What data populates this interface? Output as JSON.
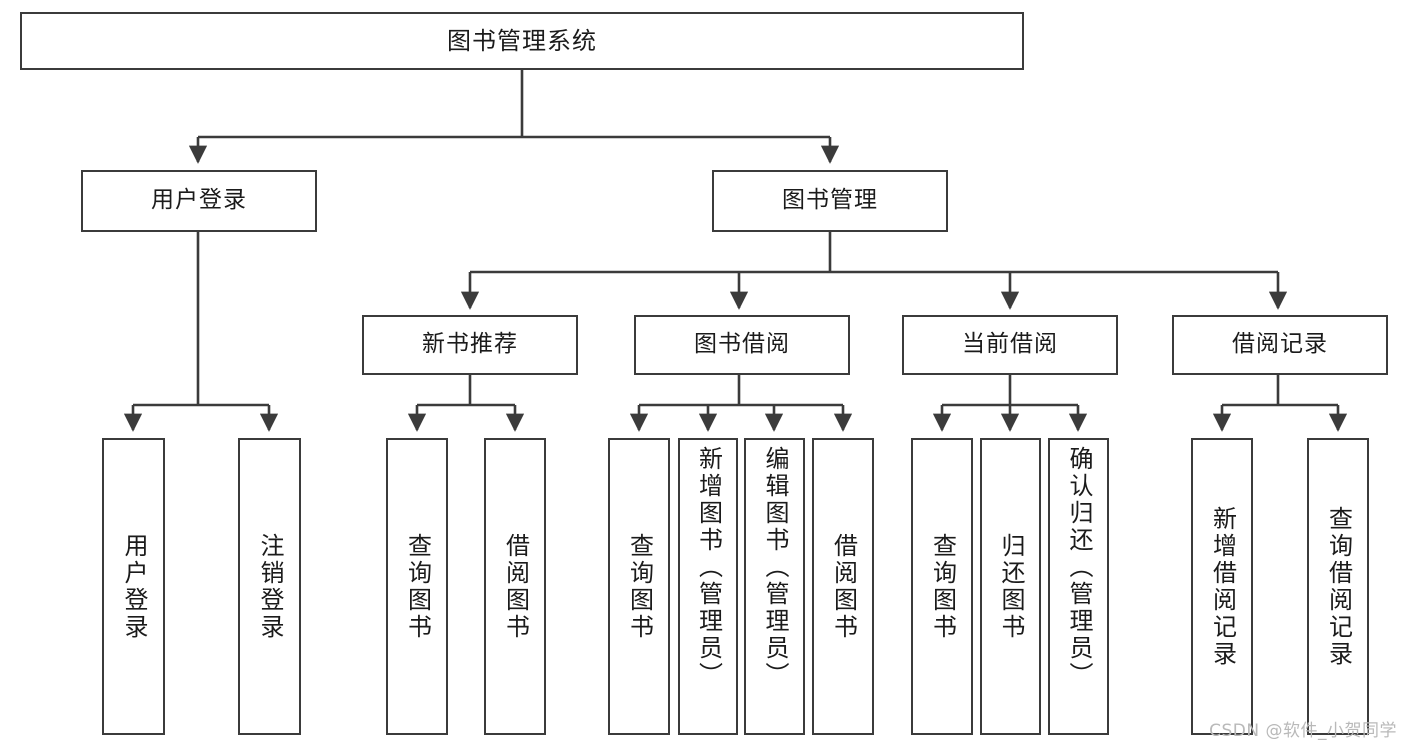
{
  "diagram": {
    "title": "图书管理系统",
    "type": "tree-hierarchy-chart",
    "root": {
      "id": "root",
      "label": "图书管理系统"
    },
    "level1": [
      {
        "id": "user-login",
        "label": "用户登录"
      },
      {
        "id": "book-manage",
        "label": "图书管理"
      }
    ],
    "level2": [
      {
        "id": "new-book-recommend",
        "label": "新书推荐",
        "parent": "book-manage"
      },
      {
        "id": "book-borrow",
        "label": "图书借阅",
        "parent": "book-manage"
      },
      {
        "id": "current-borrow",
        "label": "当前借阅",
        "parent": "book-manage"
      },
      {
        "id": "borrow-record",
        "label": "借阅记录",
        "parent": "book-manage"
      }
    ],
    "leaves": {
      "user_login": [
        {
          "id": "leaf-user-login",
          "label": "用户登录"
        },
        {
          "id": "leaf-logout",
          "label": "注销登录"
        }
      ],
      "new_book_recommend": [
        {
          "id": "leaf-query-book-1",
          "label": "查询图书"
        },
        {
          "id": "leaf-borrow-book-1",
          "label": "借阅图书"
        }
      ],
      "book_borrow": [
        {
          "id": "leaf-query-book-2",
          "label": "查询图书"
        },
        {
          "id": "leaf-add-book",
          "label": "新增图书（管理员）"
        },
        {
          "id": "leaf-edit-book",
          "label": "编辑图书（管理员）"
        },
        {
          "id": "leaf-borrow-book-2",
          "label": "借阅图书"
        }
      ],
      "current_borrow": [
        {
          "id": "leaf-query-book-3",
          "label": "查询图书"
        },
        {
          "id": "leaf-return-book",
          "label": "归还图书"
        },
        {
          "id": "leaf-confirm-return",
          "label": "确认归还（管理员）"
        }
      ],
      "borrow_record": [
        {
          "id": "leaf-add-record",
          "label": "新增借阅记录"
        },
        {
          "id": "leaf-query-record",
          "label": "查询借阅记录"
        }
      ]
    }
  },
  "watermark": {
    "text": "CSDN @软件_小贺同学"
  },
  "colors": {
    "box_border": "#3b3b3b",
    "box_fill": "#ffffff",
    "edge": "#3b3b3b",
    "text": "#1b1b1b",
    "watermark": "#b9b9b9",
    "background": "#ffffff"
  }
}
